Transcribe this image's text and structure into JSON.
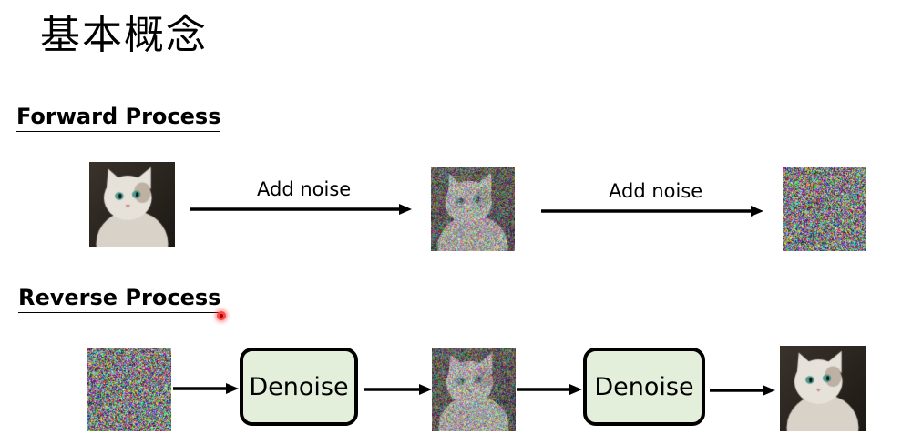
{
  "title": "基本概念",
  "forward": {
    "heading": "Forward Process",
    "arrow_label_1": "Add noise",
    "arrow_label_2": "Add noise"
  },
  "reverse": {
    "heading": "Reverse Process",
    "denoise_label_1": "Denoise",
    "denoise_label_2": "Denoise"
  },
  "colors": {
    "denoise_fill": "#e3efdb",
    "arrow": "#000000",
    "pointer": "#ff4444"
  },
  "images": {
    "clean": "cat-photo",
    "half_noisy": "noisy-cat",
    "pure_noise": "gaussian-noise"
  }
}
